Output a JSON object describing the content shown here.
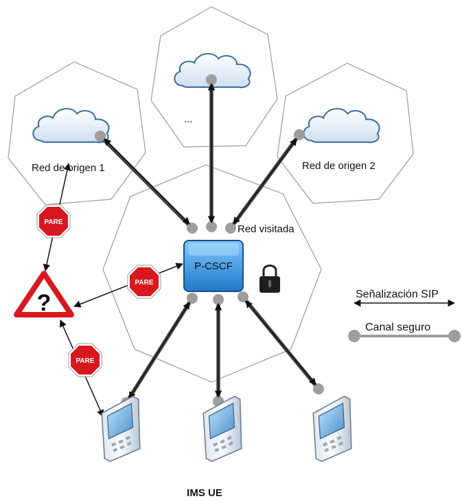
{
  "networks": {
    "home_1": "Red de origen 1",
    "home_2": "Red de origen 2",
    "top": "...",
    "visited": "Red visitada"
  },
  "proxy_label": "P-CSCF",
  "stop_sign": "PARE",
  "unknown_symbol": "?",
  "ue_label": "IMS UE",
  "legend": {
    "sip": "Señalización SIP",
    "secure": "Canal seguro"
  },
  "colors": {
    "proxy": "#2f8fd8",
    "stop": "#d7181f",
    "warning_border": "#d7181f"
  },
  "icons": [
    "cloud-icon",
    "lock-icon",
    "stop-sign-icon",
    "warning-icon",
    "phone-icon"
  ]
}
